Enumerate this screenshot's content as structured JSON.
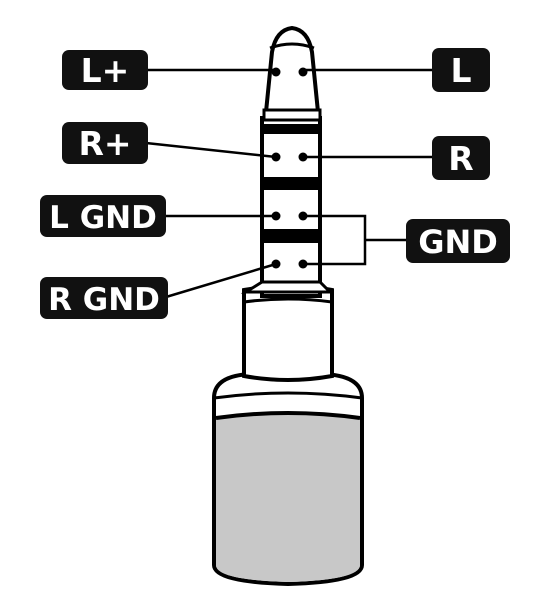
{
  "labels": {
    "left_positive": "L+",
    "right_positive": "R+",
    "left_ground": "L GND",
    "right_ground": "R GND",
    "left": "L",
    "right": "R",
    "ground": "GND"
  },
  "colors": {
    "label_background": "#111111",
    "label_text": "#ffffff",
    "outline": "#000000",
    "metal": "#ffffff",
    "sleeve_fill": "#c8c8c8"
  }
}
